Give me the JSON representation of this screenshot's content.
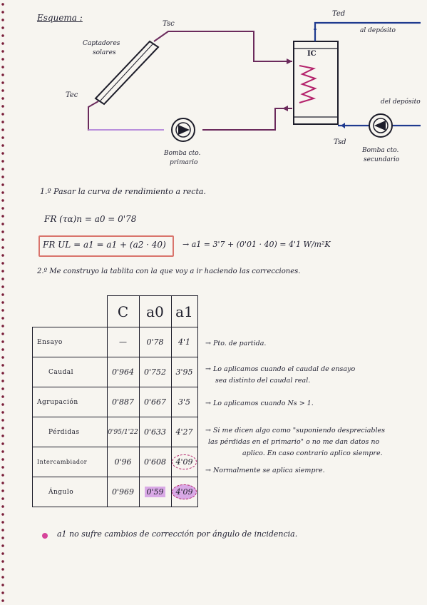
{
  "heading": "Esquema :",
  "diagram": {
    "collectors": "Captadores",
    "collectors2": "solares",
    "tsc": "Tsc",
    "tec": "Tec",
    "tsd": "Tsd",
    "ted": "Ted",
    "to_deposit": "al depósito",
    "from_deposit": "del depósito",
    "ic": "IC",
    "pump_primary": "Bomba cto.",
    "pump_primary2": "primario",
    "pump_secondary": "Bomba cto.",
    "pump_secondary2": "secundario",
    "colors": {
      "primary_loop": "#6b2a5c",
      "secondary_loop": "#1f3a8f",
      "outline": "#1d1d2a",
      "bottom_pipe": "#b98fdc"
    }
  },
  "step1": {
    "title": "1.º Pasar la curva de rendimiento a recta.",
    "formula1": "FR (τα)n = a0 = 0'78",
    "formula2": "FR UL = a1 = a1 + (a2 · 40)",
    "formula3": "→ a1 = 3'7 + (0'01 · 40) = 4'1 W/m²K"
  },
  "step2": {
    "title": "2.º Me construyo la tablita con la que voy a ir haciendo las correcciones."
  },
  "table": {
    "headers": [
      "C",
      "a0",
      "a1"
    ],
    "rows": [
      {
        "label": "Ensayo",
        "c": "—",
        "a0": "0'78",
        "a1": "4'1",
        "note": "→ Pto. de partida."
      },
      {
        "label": "Caudal",
        "c": "0'964",
        "a0": "0'752",
        "a1": "3'95",
        "note": "→ Lo aplicamos cuando el caudal de ensayo",
        "note2": "sea distinto del caudal real."
      },
      {
        "label": "Agrupación",
        "c": "0'887",
        "a0": "0'667",
        "a1": "3'5",
        "note": "→ Lo aplicamos cuando Ns > 1."
      },
      {
        "label": "Pérdidas",
        "c": "0'95/1'22",
        "a0": "0'633",
        "a1": "4'27",
        "note": "→ Si me dicen algo como \"suponiendo despreciables",
        "note2": "las pérdidas en el primario\" o no me dan datos no",
        "note3": "aplico. En caso contrario aplico siempre."
      },
      {
        "label": "Intercambiador",
        "c": "0'96",
        "a0": "0'608",
        "a1": "4'09",
        "note": "→ Normalmente se aplica siempre."
      },
      {
        "label": "Ángulo",
        "c": "0'969",
        "a0": "0'59",
        "a1": "4'09"
      }
    ],
    "highlight_color": "#d9a9e6",
    "circle_color": "#b3206a"
  },
  "footnote": "a1 no sufre cambios de corrección por ángulo de incidencia.",
  "colors": {
    "box": "#d9746c",
    "bullet": "#d6449a",
    "spiral": "#7a1e3a"
  }
}
